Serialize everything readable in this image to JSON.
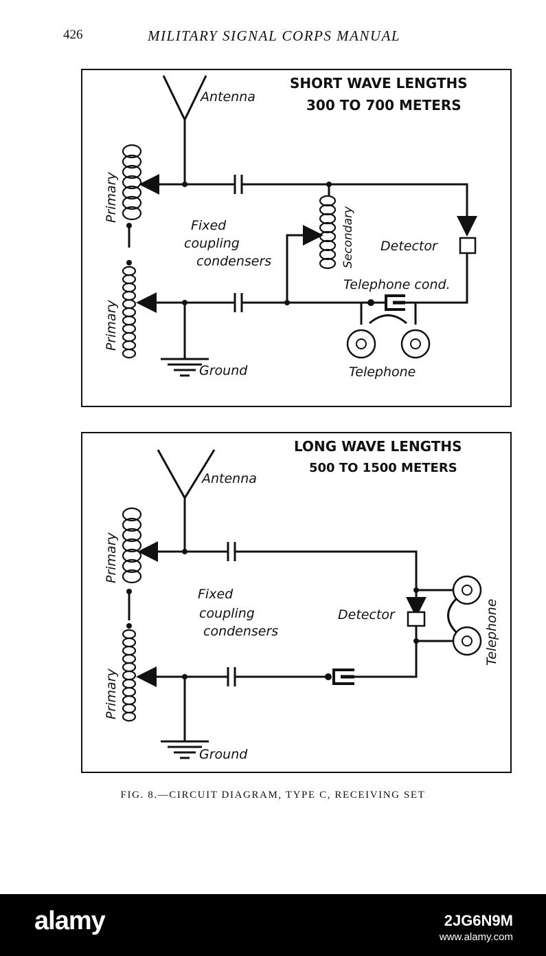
{
  "header": {
    "page_number": "426",
    "running_title": "MILITARY SIGNAL CORPS MANUAL"
  },
  "panel_short": {
    "title_line1": "SHORT WAVE LENGTHS",
    "title_line2": "300 TO 700 METERS",
    "antenna": "Antenna",
    "primary_upper": "Primary",
    "primary_lower": "Primary",
    "fixed": "Fixed",
    "coupling": "coupling",
    "condensers": "condensers",
    "secondary": "Secondary",
    "detector": "Detector",
    "telephone_cond": "Telephone cond.",
    "ground": "Ground",
    "telephone": "Telephone"
  },
  "panel_long": {
    "title_line1": "LONG WAVE LENGTHS",
    "title_line2": "500 TO 1500 METERS",
    "antenna": "Antenna",
    "primary_upper": "Primary",
    "primary_lower": "Primary",
    "fixed": "Fixed",
    "coupling": "coupling",
    "condensers": "condensers",
    "detector": "Detector",
    "telephone": "Telephone",
    "ground": "Ground"
  },
  "caption": "FIG. 8.—CIRCUIT DIAGRAM, TYPE C, RECEIVING SET",
  "footer": {
    "logo": "alamy",
    "image_id": "2JG6N9M",
    "url": "www.alamy.com"
  }
}
